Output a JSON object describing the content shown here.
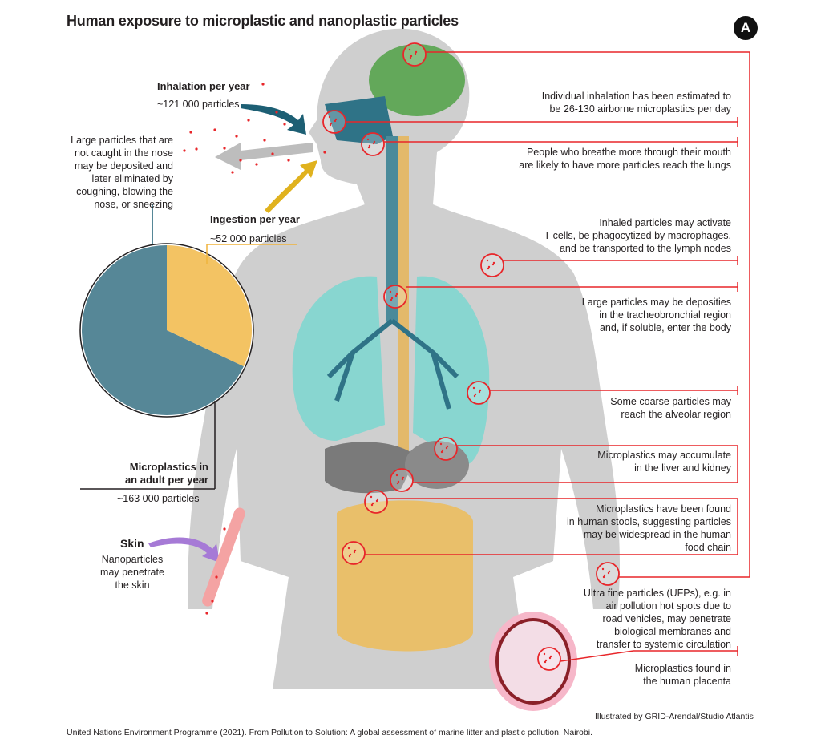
{
  "title": "Human exposure to microplastic and nanoplastic particles",
  "panel_label": "A",
  "left": {
    "inhalation_title": "Inhalation per year",
    "inhalation_value": "~121 000 particles",
    "large_particles": "Large particles that are\nnot caught in the nose\nmay be deposited and\nlater eliminated by\ncoughing, blowing the\nnose, or sneezing",
    "ingestion_title": "Ingestion per year",
    "ingestion_value": "~52 000 particles",
    "adult_title": "Microplastics in\nan adult per year",
    "adult_value": "~163 000 particles",
    "skin_title": "Skin",
    "skin_text": "Nanoparticles\nmay penetrate\nthe skin"
  },
  "pie": {
    "ingestion_share": 0.32,
    "inhalation_share": 0.68
  },
  "callouts": [
    "Individual inhalation has been estimated to\nbe 26-130 airborne microplastics per day",
    "People who breathe more through their mouth\nare likely to have more particles reach the lungs",
    "Inhaled particles may activate\nT-cells, be phagocytized by macrophages,\nand be transported to the lymph nodes",
    "Large particles may be deposities\nin the tracheobronchial region\nand, if soluble, enter the body",
    "Some coarse particles may\nreach the alveolar region",
    "Microplastics may accumulate\nin the liver and kidney",
    "Microplastics have been found\nin human stools, suggesting particles\nmay be widespread in the human\nfood chain",
    "Ultra fine particles (UFPs), e.g. in\nair pollution hot spots due to\nroad vehicles, may penetrate\nbiological membranes and\ntransfer to systemic circulation",
    "Microplastics found in\nthe human placenta"
  ],
  "credit": "Illustrated by GRID-Arendal/Studio Atlantis",
  "source": "United Nations Environment Programme (2021). From Pollution to Solution: A global assessment of marine litter and plastic pollution. Nairobi.",
  "colors": {
    "red": "#e8262a",
    "teal": "#1d5f74",
    "yellow": "#f0b43c",
    "gray": "#c8c8c8",
    "lung": "#7fd6cf",
    "gut": "#e9bf6a"
  }
}
